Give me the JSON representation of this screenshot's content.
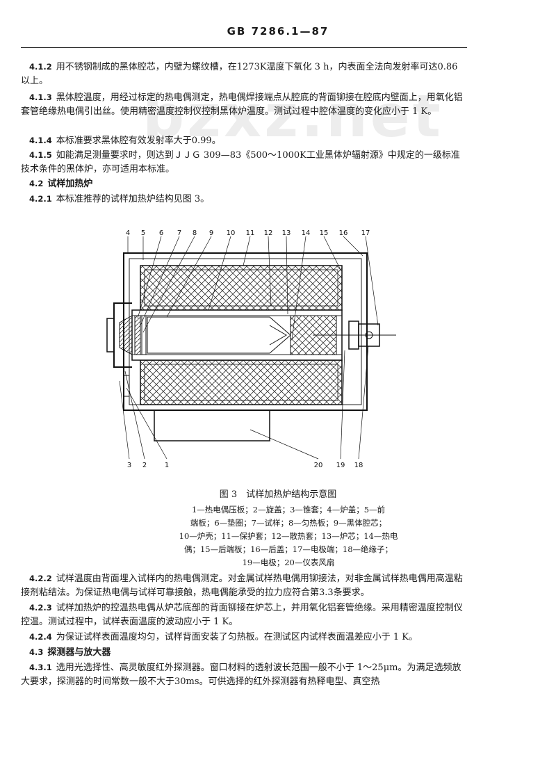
{
  "header": "GB 7286.1—87",
  "watermark": "bzxz.net",
  "p1": {
    "num": "4.1.2",
    "text": "用不锈钢制成的黑体腔芯，内壁为螺纹槽，在1273K温度下氧化 3 h，内表面全法向发射率可达0.86以上。"
  },
  "p2": {
    "num": "4.1.3",
    "text": "黑体腔温度，用经过标定的热电偶测定，热电偶焊接端点从腔底的背面铆接在腔底内壁面上，用氧化铝套管绝缘热电偶引出丝。使用精密温度控制仪控制黑体炉温度。测试过程中腔体温度的变化应小于 1 K。"
  },
  "p3": {
    "num": "4.1.4",
    "text": "本标准要求黑体腔有效发射率大于0.99。"
  },
  "p4": {
    "num": "4.1.5",
    "text": "如能满足测量要求时，则达到ＪＪＧ 309—83《500～1000K工业黑体炉辐射源》中规定的一级标准技术条件的黑体炉，亦可适用本标准。"
  },
  "s42": {
    "num": "4.2",
    "text": "试样加热炉"
  },
  "p5": {
    "num": "4.2.1",
    "text": "本标准推荐的试样加热炉结构见图 3。"
  },
  "figure": {
    "top_labels": [
      "4",
      "5",
      "6",
      "7",
      "8",
      "9",
      "10",
      "11",
      "12",
      "13",
      "14",
      "15",
      "16",
      "17"
    ],
    "bottom_labels": [
      "3",
      "2",
      "1",
      "20",
      "19",
      "18"
    ],
    "caption": "图 3　试样加热炉结构示意图",
    "legend": [
      "1—热电偶压板；2—旋盖；3—锥套；4—炉盖；5—前",
      "端板；6—垫圈；7—试样；8—匀热板；9—黑体腔芯；",
      "10—炉壳；11—保护套；12—散热套；13—炉芯；14—热电",
      "偶；15—后端板；16—后盖；17—电极端；18—绝缘子；",
      "19—电极；20—仪表风扇"
    ]
  },
  "p6": {
    "num": "4.2.2",
    "text": "试样温度由背面埋入试样内的热电偶测定。对金属试样热电偶用铆接法，对非金属试样热电偶用高温粘接剂粘结法。为保证热电偶与试样可靠接触，热电偶能承受的拉力应符合第3.3条要求。"
  },
  "p7": {
    "num": "4.2.3",
    "text": "试样加热炉的控温热电偶从炉芯底部的背面铆接在炉芯上，并用氧化铝套管绝缘。采用精密温度控制仪控温。测试过程中，试样表面温度的波动应小于 1 K。"
  },
  "p8": {
    "num": "4.2.4",
    "text": "为保证试样表面温度均匀，试样背面安装了匀热板。在测试区内试样表面温差应小于 1 K。"
  },
  "s43": {
    "num": "4.3",
    "text": "探测器与放大器"
  },
  "p9": {
    "num": "4.3.1",
    "text": "选用光选择性、高灵敏度红外探测器。窗口材料的透射波长范围一般不小于 1～25μm。为满足选频放大要求，探测器的时间常数一般不大于30ms。可供选择的红外探测器有热释电型、真空热"
  }
}
